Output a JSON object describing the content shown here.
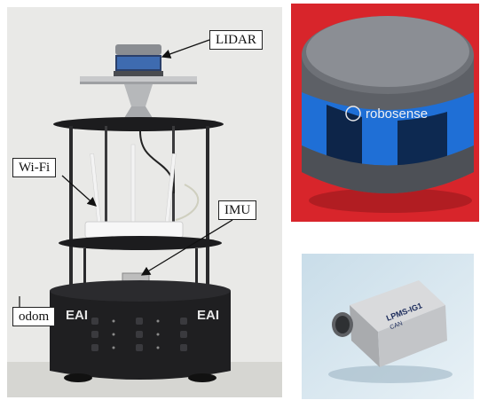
{
  "labels": {
    "lidar": "LIDAR",
    "wifi": "Wi-Fi",
    "imu": "IMU",
    "odom": "odom"
  },
  "robot_brand": "EAI",
  "lidar_brand": "robosense",
  "imu_markings": {
    "model": "LPMS-IG1",
    "sub": "CAN"
  },
  "colors": {
    "lidar_background": "#d8252b",
    "imu_background": "#d6e6ef",
    "robot_background": "#e9e9e7"
  }
}
